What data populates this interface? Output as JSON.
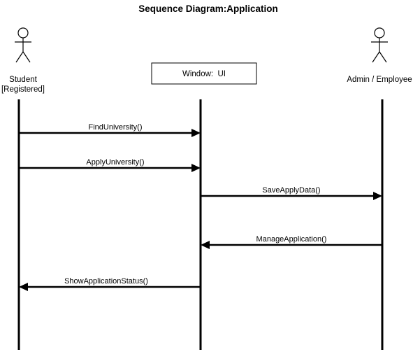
{
  "title": "Sequence Diagram:Application",
  "participants": {
    "student": {
      "label_line1": "Student",
      "label_line2": "[Registered]"
    },
    "ui": {
      "label": "Window:  UI"
    },
    "admin": {
      "label": "Admin / Employee"
    }
  },
  "messages": [
    {
      "label": "FindUniversity()",
      "from": "student",
      "to": "ui"
    },
    {
      "label": "ApplyUniversity()",
      "from": "student",
      "to": "ui"
    },
    {
      "label": "SaveApplyData()",
      "from": "ui",
      "to": "admin"
    },
    {
      "label": "ManageApplication()",
      "from": "admin",
      "to": "ui"
    },
    {
      "label": "ShowApplicationStatus()",
      "from": "ui",
      "to": "student"
    }
  ]
}
